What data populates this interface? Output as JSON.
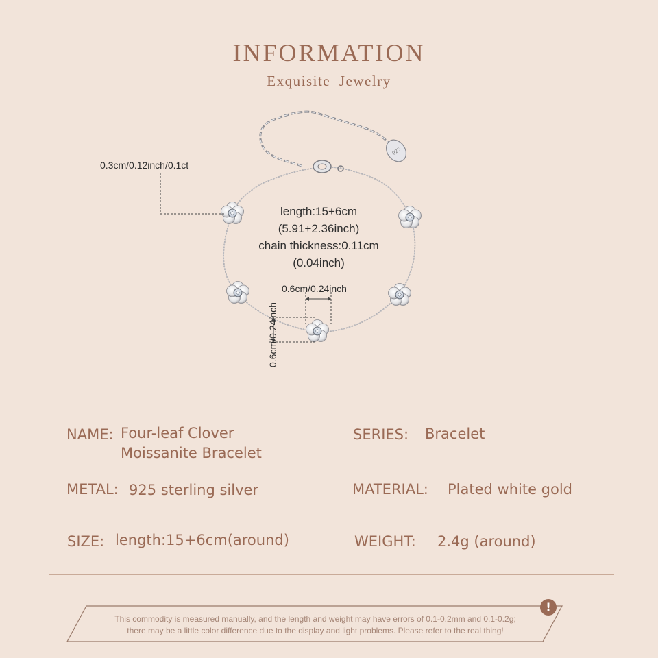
{
  "header": {
    "title": "INFORMATION",
    "subtitle": "Exquisite Jewelry"
  },
  "diagram": {
    "stone_size": "0.3cm/0.12inch/0.1ct",
    "length_line1": "length:15+6cm",
    "length_line2": "(5.91+2.36inch)",
    "thickness_line1": "chain thickness:0.11cm",
    "thickness_line2": "(0.04inch)",
    "flower_width": "0.6cm/0.24inch",
    "flower_height": "0.6cm/0.24inch",
    "tag_text": "925"
  },
  "specs": {
    "name_label": "NAME:",
    "name_value_line1": "Four-leaf Clover",
    "name_value_line2": "Moissanite  Bracelet",
    "series_label": "SERIES:",
    "series_value": "Bracelet",
    "metal_label": "METAL:",
    "metal_value": "925 sterling silver",
    "material_label": "MATERIAL:",
    "material_value": "Plated white gold",
    "size_label": "SIZE:",
    "size_value": "length:15+6cm(around)",
    "weight_label": "WEIGHT:",
    "weight_value": "2.4g (around)"
  },
  "notice": {
    "line1": "This commodity is measured manually, and the length and weight may have errors of 0.1-0.2mm and 0.1-0.2g;",
    "line2": "there may be a little color difference due to the display and light problems. Please refer to the real thing!",
    "icon": "exclamation-icon"
  },
  "colors": {
    "background": "#f2e4da",
    "accent": "#9a6a55",
    "rule": "#c9aa98"
  }
}
